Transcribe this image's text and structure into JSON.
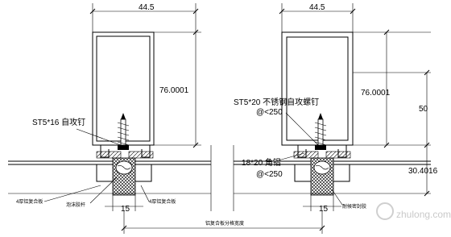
{
  "left_detail": {
    "width_dim": "44.5",
    "height_dim": "76.0001",
    "screw_label": "ST5*16 自攻钉",
    "bottom_left_label": "4厚铝复合板",
    "gasket_label": "泡沫胶杆",
    "gap_dim": "15",
    "bottom_right_label": "4厚铝复合板"
  },
  "right_detail": {
    "width_dim": "44.5",
    "height_dim": "76.0001",
    "side_dim": "50",
    "screw_label": "ST5*20 不锈钢自攻螺钉",
    "screw_spacing": "@<250",
    "angle_label": "18*20 角铝",
    "angle_spacing": "@<250",
    "lower_dim": "30.4016",
    "gap_dim": "15",
    "sealant_label": "耐候密封胶"
  },
  "bottom_caption": "铝复合板分格宽度",
  "watermark": "zhulong.com"
}
